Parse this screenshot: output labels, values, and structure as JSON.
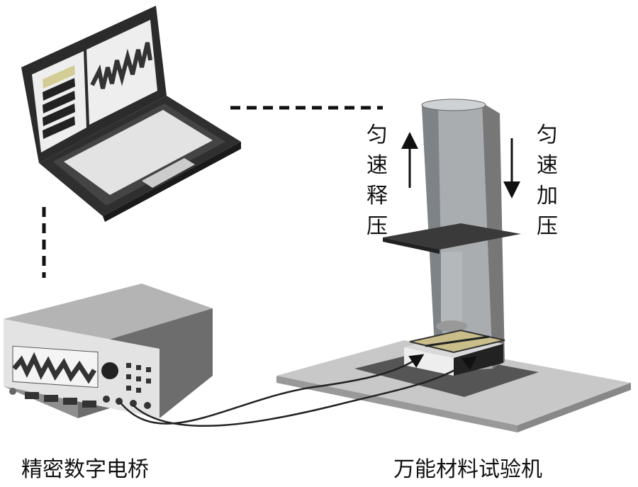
{
  "labels": {
    "release_pressure": [
      "匀",
      "速",
      "释",
      "压"
    ],
    "apply_pressure": [
      "匀",
      "速",
      "加",
      "压"
    ],
    "bridge": "精密数字电桥",
    "machine": "万能材料试验机"
  },
  "colors": {
    "dark": "#2b2b2b",
    "metal": "#a9adb0",
    "plate": "#3a3a3a",
    "sample": "#c9bd8a",
    "base": "#c8c8c8"
  }
}
